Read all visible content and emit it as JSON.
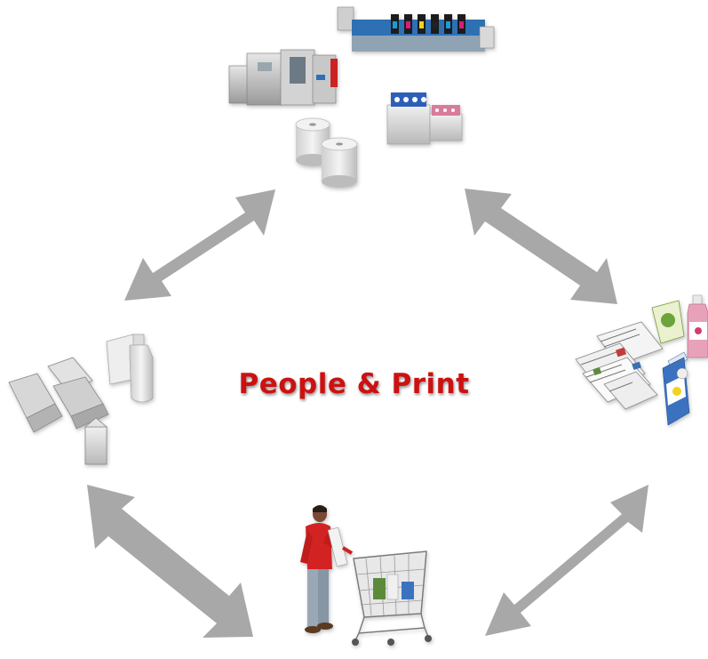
{
  "title": "People & Print",
  "colors": {
    "title": "#cc1111",
    "arrow": "#a8a8a8",
    "background": "#ffffff"
  },
  "nodes": [
    {
      "id": "top",
      "icon": "printing-press-and-paper-rolls-icon"
    },
    {
      "id": "right",
      "icon": "printed-products-newspapers-and-packaging-icon"
    },
    {
      "id": "bottom",
      "icon": "shopper-with-cart-icon"
    },
    {
      "id": "left",
      "icon": "blank-unprinted-packaging-icon"
    }
  ],
  "connections": [
    {
      "from": "left",
      "to": "top",
      "type": "bidirectional"
    },
    {
      "from": "top",
      "to": "right",
      "type": "bidirectional"
    },
    {
      "from": "right",
      "to": "bottom",
      "type": "bidirectional"
    },
    {
      "from": "bottom",
      "to": "left",
      "type": "bidirectional"
    }
  ]
}
